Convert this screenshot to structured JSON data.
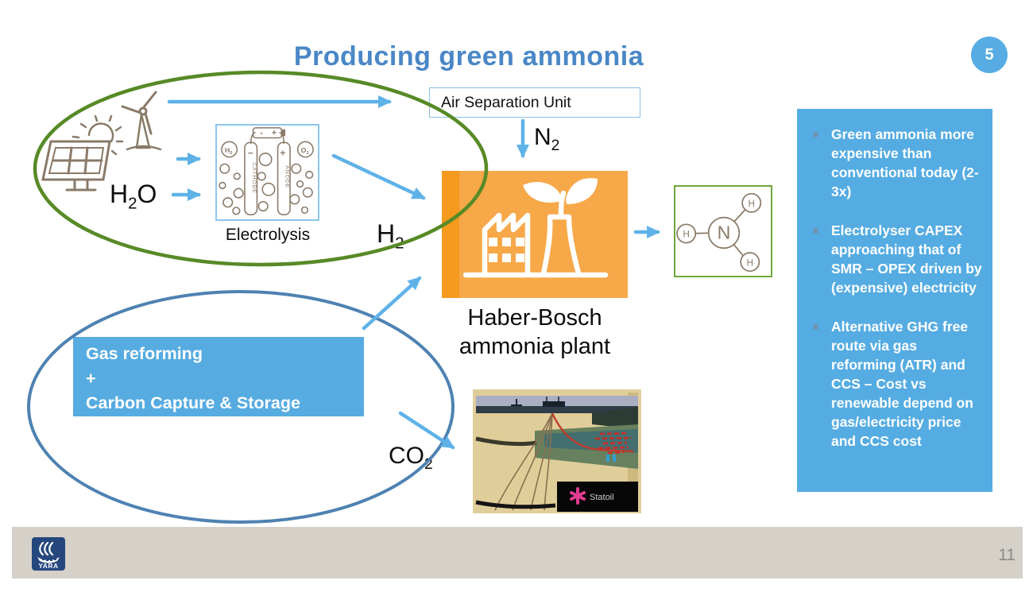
{
  "slide": {
    "title": "Producing green ammonia",
    "badge": "5"
  },
  "diagram": {
    "asu_label": "Air Separation Unit",
    "electrolysis_label": "Electrolysis",
    "plant_line1": "Haber-Bosch",
    "plant_line2": "ammonia plant",
    "labels": {
      "h2o": {
        "pre": "H",
        "sub": "2",
        "post": "O"
      },
      "h2": {
        "pre": "H",
        "sub": "2",
        "post": ""
      },
      "n2": {
        "pre": "N",
        "sub": "2",
        "post": ""
      },
      "co2": {
        "pre": "CO",
        "sub": "2",
        "post": ""
      }
    },
    "electrolysis": {
      "battery_minus": "-",
      "battery_plus": "+",
      "cathode_sign": "−",
      "anode_sign": "+",
      "cathode": "CATHODE",
      "anode": "ANODE",
      "h_gas": "H",
      "h_gas_sub": "2",
      "o_gas": "O",
      "o_gas_sub": "2"
    },
    "molecule": {
      "n": "N",
      "h": "H"
    },
    "gas_box": {
      "line1": "Gas reforming",
      "line2": "+",
      "line3": "Carbon Capture & Storage"
    },
    "statoil_label": "Statoil"
  },
  "sidebar": {
    "bullets": [
      "Green ammonia more expensive than conventional today (2-3x)",
      "Electrolyser CAPEX approaching that of SMR – OPEX driven by (expensive) electricity",
      "Alternative GHG free route via gas reforming (ATR) and CCS – Cost vs renewable depend on gas/electricity price and CCS  cost"
    ]
  },
  "footer": {
    "logo_text": "YARA",
    "page_number": "11"
  },
  "colors": {
    "title_blue": "#4a87c6",
    "arrow_blue": "#5fb2e8",
    "box_blue": "#56abe1",
    "sidebar_blue": "#55ace2",
    "ellipse_green": "#578a26",
    "ellipse_blue": "#4e82b2",
    "orange_main": "#f7a848",
    "orange_strip": "#f5991f",
    "icon_brown": "#8a7a68",
    "molecule_green": "#6fa83c",
    "footer_gray": "#d5d1c8",
    "yara_navy": "#26477e",
    "statoil_pink": "#e13c92"
  }
}
